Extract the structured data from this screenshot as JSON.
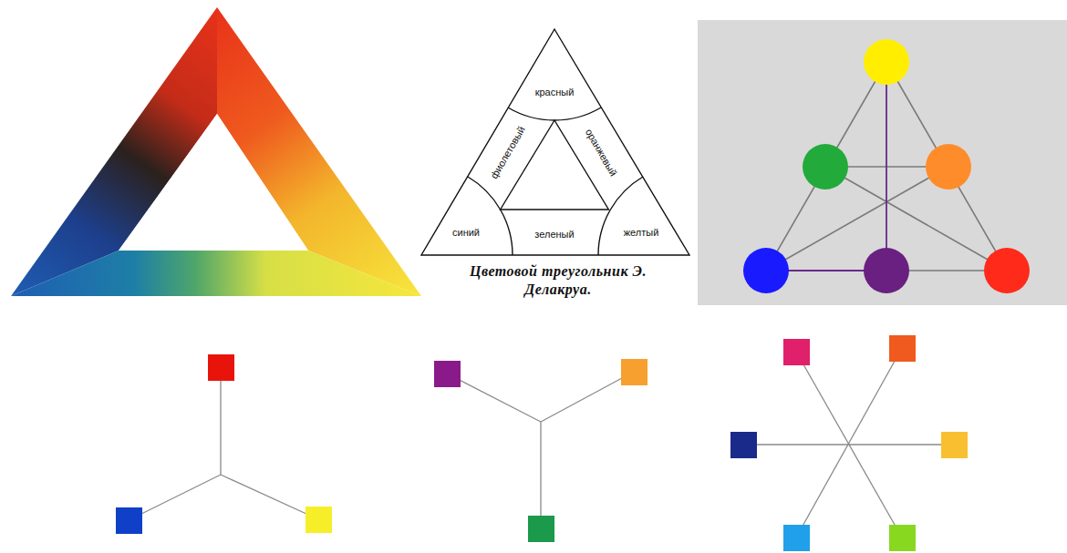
{
  "diagram": {
    "caption": "Цветовой треугольник Э. Делакруа.",
    "labels": [
      "красный",
      "фиолетовый",
      "оранжевый",
      "синий",
      "зеленый",
      "желтый"
    ]
  }
}
